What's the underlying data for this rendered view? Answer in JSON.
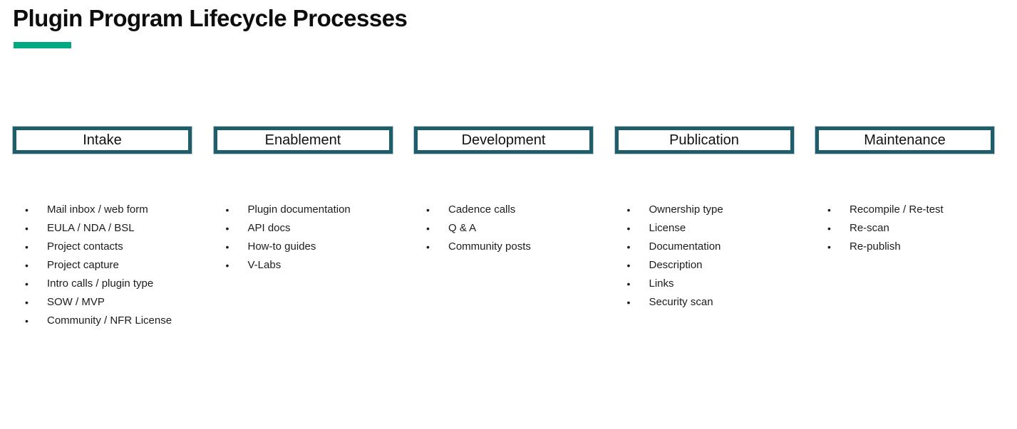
{
  "page": {
    "title": "Plugin Program Lifecycle Processes"
  },
  "colors": {
    "accent_green": "#01A982",
    "stage_box_border": "#1E5D69",
    "text": "#1A1A1A",
    "background": "#FFFFFF"
  },
  "columns": [
    {
      "header": "Intake",
      "items": [
        "Mail inbox / web form",
        "EULA / NDA / BSL",
        "Project contacts",
        "Project capture",
        "Intro calls / plugin type",
        "SOW / MVP",
        "Community / NFR License"
      ]
    },
    {
      "header": "Enablement",
      "items": [
        "Plugin documentation",
        "API docs",
        "How-to guides",
        "V-Labs"
      ]
    },
    {
      "header": "Development",
      "items": [
        "Cadence calls",
        "Q & A",
        "Community posts"
      ]
    },
    {
      "header": "Publication",
      "items": [
        "Ownership type",
        "License",
        "Documentation",
        "Description",
        "Links",
        "Security scan"
      ]
    },
    {
      "header": "Maintenance",
      "items": [
        "Recompile / Re-test",
        "Re-scan",
        "Re-publish"
      ]
    }
  ]
}
